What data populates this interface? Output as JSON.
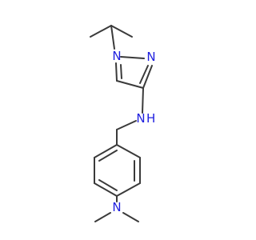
{
  "molecule": {
    "colors": {
      "bond": "#3a3a3a",
      "nitrogen": "#1f1fdf",
      "background": "#ffffff"
    },
    "atoms": {
      "pyrazole_n1": "N",
      "pyrazole_n2": "N",
      "amine_n": "N",
      "amine_h": "H",
      "dimethylamino_n": "N"
    }
  }
}
